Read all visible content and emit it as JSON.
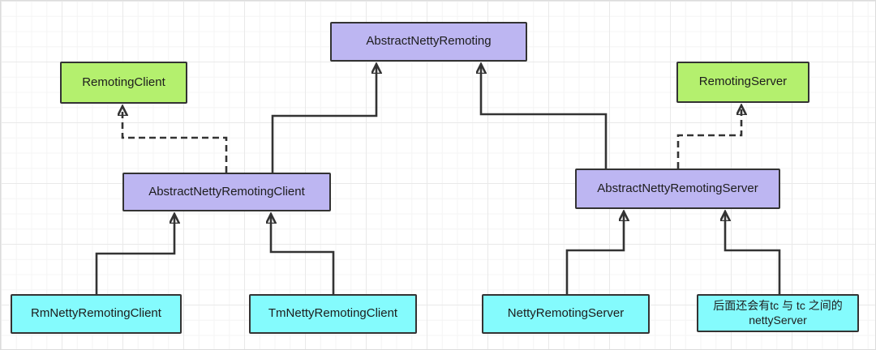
{
  "diagram": {
    "type": "uml-class-inheritance",
    "colors": {
      "interface_fill": "#b4f06e",
      "abstract_fill": "#bdb6f2",
      "concrete_fill": "#84fbfd",
      "border": "#333333",
      "line": "#333333",
      "canvas_bg": "#ffffff",
      "grid_minor": "#f4f4f4",
      "grid_major": "#e9e9e9"
    },
    "nodes": [
      {
        "id": "AbstractNettyRemoting",
        "label": "AbstractNettyRemoting",
        "kind": "abstract_fill"
      },
      {
        "id": "RemotingClient",
        "label": "RemotingClient",
        "kind": "interface_fill"
      },
      {
        "id": "RemotingServer",
        "label": "RemotingServer",
        "kind": "interface_fill"
      },
      {
        "id": "AbstractNettyRemotingClient",
        "label": "AbstractNettyRemotingClient",
        "kind": "abstract_fill"
      },
      {
        "id": "AbstractNettyRemotingServer",
        "label": "AbstractNettyRemotingServer",
        "kind": "abstract_fill"
      },
      {
        "id": "RmNettyRemotingClient",
        "label": "RmNettyRemotingClient",
        "kind": "concrete_fill"
      },
      {
        "id": "TmNettyRemotingClient",
        "label": "TmNettyRemotingClient",
        "kind": "concrete_fill"
      },
      {
        "id": "NettyRemotingServer",
        "label": "NettyRemotingServer",
        "kind": "concrete_fill"
      },
      {
        "id": "TcNettyServerNote",
        "label": "后面还会有tc 与 tc 之间的nettyServer",
        "kind": "concrete_fill"
      }
    ],
    "edges": [
      {
        "from": "AbstractNettyRemotingClient",
        "to": "AbstractNettyRemoting",
        "relation": "extends",
        "line": "solid"
      },
      {
        "from": "AbstractNettyRemotingServer",
        "to": "AbstractNettyRemoting",
        "relation": "extends",
        "line": "solid"
      },
      {
        "from": "AbstractNettyRemotingClient",
        "to": "RemotingClient",
        "relation": "implements",
        "line": "dashed"
      },
      {
        "from": "AbstractNettyRemotingServer",
        "to": "RemotingServer",
        "relation": "implements",
        "line": "dashed"
      },
      {
        "from": "RmNettyRemotingClient",
        "to": "AbstractNettyRemotingClient",
        "relation": "extends",
        "line": "solid"
      },
      {
        "from": "TmNettyRemotingClient",
        "to": "AbstractNettyRemotingClient",
        "relation": "extends",
        "line": "solid"
      },
      {
        "from": "NettyRemotingServer",
        "to": "AbstractNettyRemotingServer",
        "relation": "extends",
        "line": "solid"
      },
      {
        "from": "TcNettyServerNote",
        "to": "AbstractNettyRemotingServer",
        "relation": "extends",
        "line": "solid"
      }
    ]
  }
}
